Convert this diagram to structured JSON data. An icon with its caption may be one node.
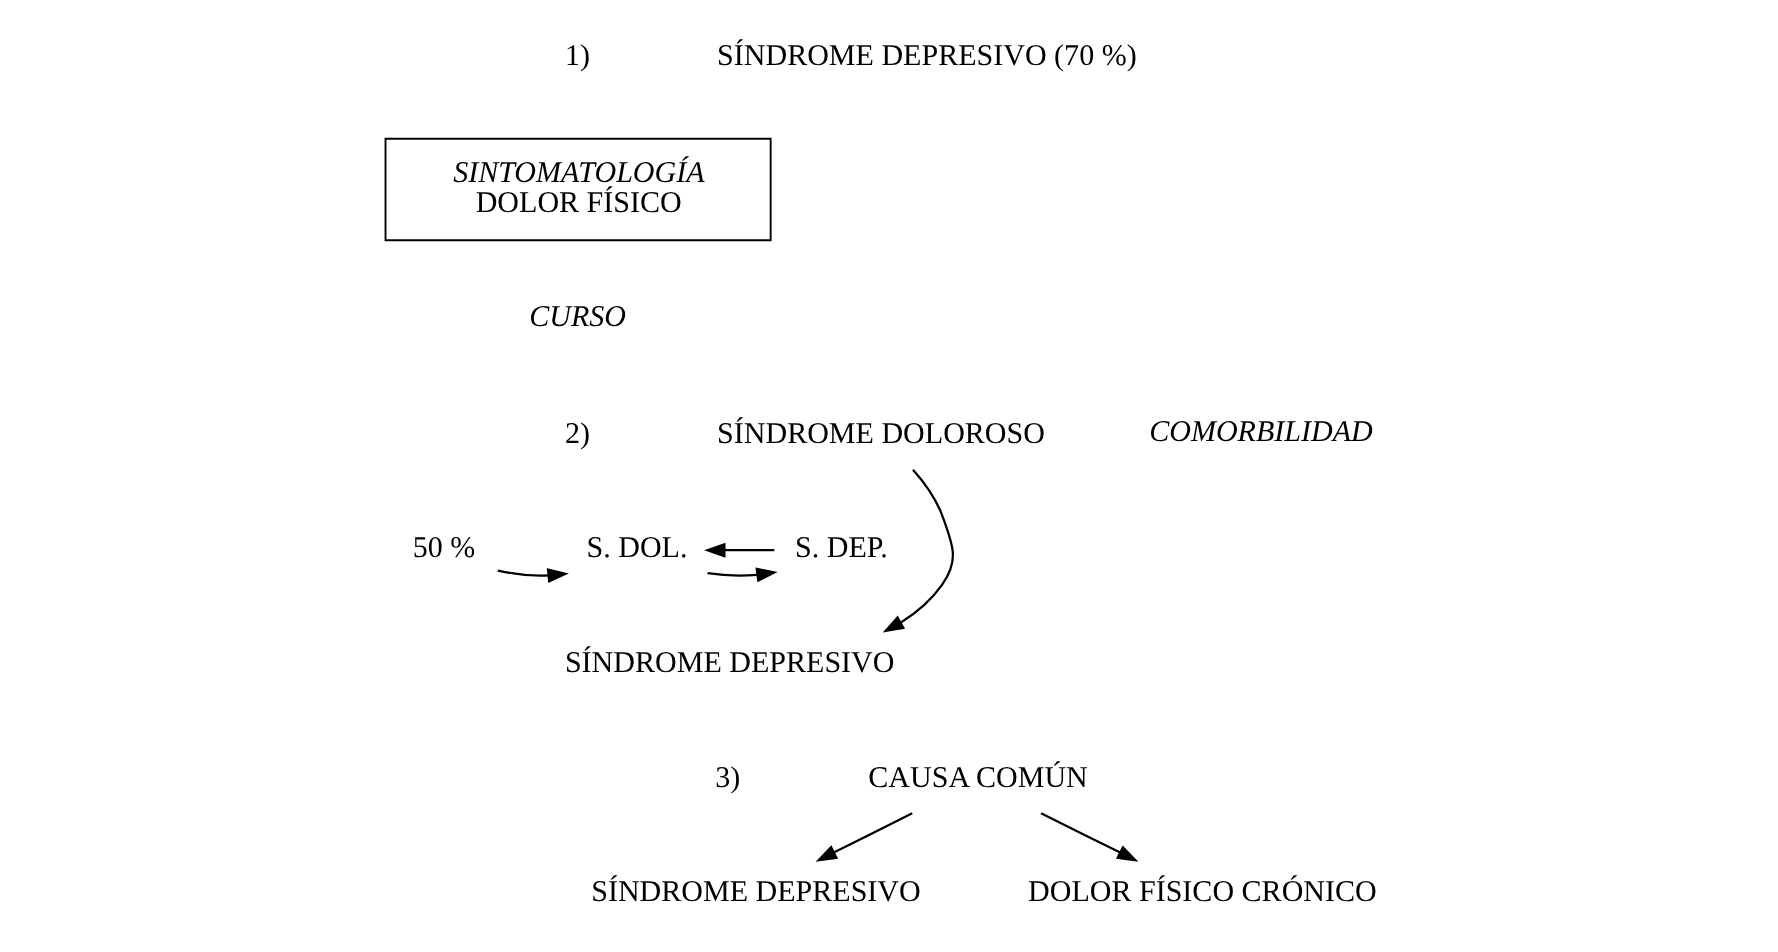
{
  "diagram": {
    "nodes": [
      {
        "text": [
          "SINTOMATOLOGÍA",
          "DOLOR FÍSICO"
        ]
      },
      {
        "text": [
          "SÍNDROME DOLOROSO"
        ]
      },
      {
        "text": [
          "50 %"
        ]
      },
      {
        "text": [
          "S. DOL."
        ]
      },
      {
        "text": [
          "S. DEP."
        ]
      },
      {
        "text": [
          "SÍNDROME DEPRESIVO"
        ]
      },
      {
        "text": [
          "CAUSA COMÚN"
        ]
      },
      {
        "text": [
          "SÍNDROME DEPRESIVO"
        ]
      },
      {
        "text": [
          "DOLOR FÍSICO CRÓNICO"
        ]
      }
    ],
    "edges": [
      {
        "from": 1,
        "to": 5,
        "arrow": "to"
      },
      {
        "from": 2,
        "to": 3,
        "arrow": "to"
      },
      {
        "from": 3,
        "to": 4,
        "arrow": "to"
      },
      {
        "from": 4,
        "to": 3,
        "arrow": "to"
      },
      {
        "from": 6,
        "to": 7,
        "arrow": "to"
      },
      {
        "from": 6,
        "to": 8,
        "arrow": "to"
      }
    ],
    "labels": [
      "1)",
      "SÍNDROME DEPRESIVO (70 %)",
      "2)",
      "CURSO",
      "COMORBILIDAD",
      "3)"
    ]
  }
}
